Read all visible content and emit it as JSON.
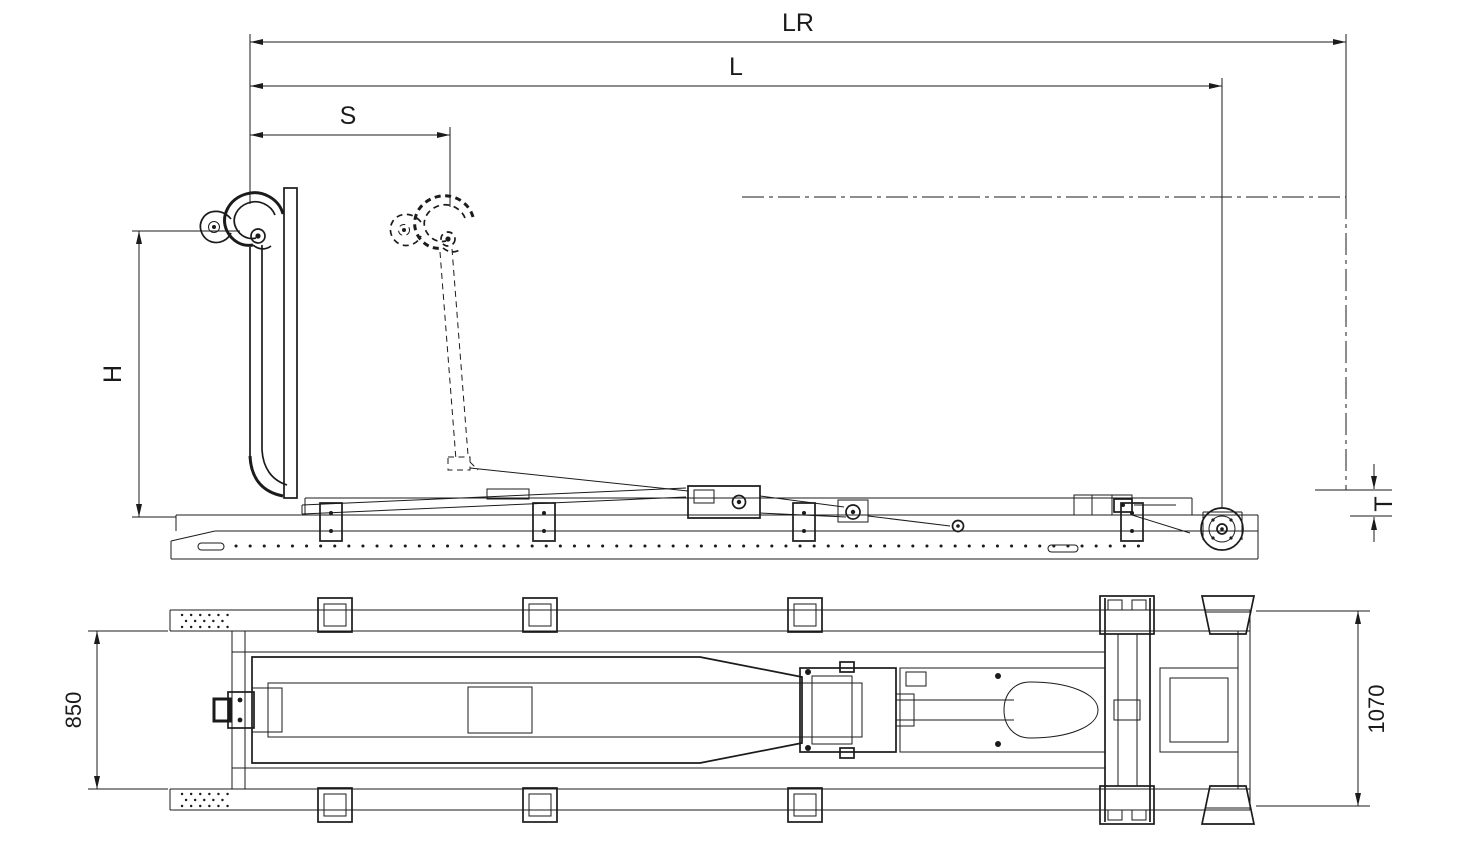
{
  "colors": {
    "background": "#ffffff",
    "ink": "#1b1b1b"
  },
  "dimensions": {
    "lr": "LR",
    "l": "L",
    "s": "S",
    "h": "H",
    "t": "T",
    "width_850": "850",
    "width_1070": "1070"
  }
}
